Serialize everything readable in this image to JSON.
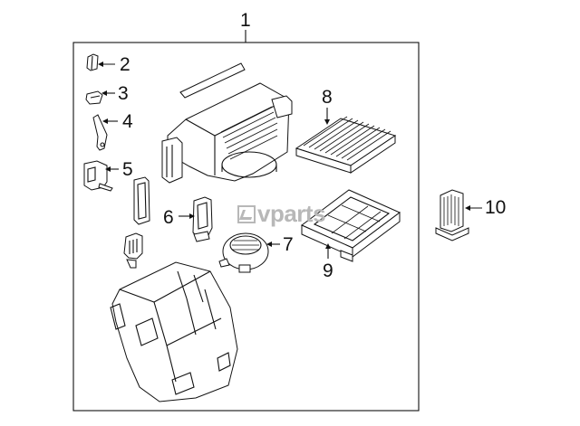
{
  "callouts": {
    "c1": "1",
    "c2": "2",
    "c3": "3",
    "c4": "4",
    "c5": "5",
    "c6": "6",
    "c7": "7",
    "c8": "8",
    "c9": "9",
    "c10": "10"
  },
  "watermark": {
    "text": "vparts"
  }
}
